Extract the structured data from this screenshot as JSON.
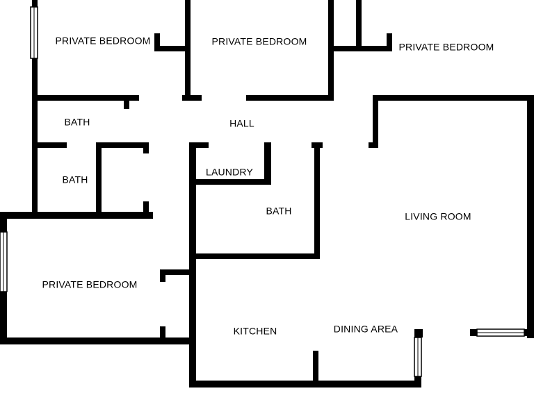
{
  "floorplan": {
    "rooms": [
      {
        "id": "bedroom-1",
        "label": "PRIVATE BEDROOM"
      },
      {
        "id": "bedroom-2",
        "label": "PRIVATE BEDROOM"
      },
      {
        "id": "bedroom-3",
        "label": "PRIVATE BEDROOM"
      },
      {
        "id": "bath-1",
        "label": "BATH"
      },
      {
        "id": "hall",
        "label": "HALL"
      },
      {
        "id": "bath-2",
        "label": "BATH"
      },
      {
        "id": "laundry",
        "label": "LAUNDRY"
      },
      {
        "id": "bath-3",
        "label": "BATH"
      },
      {
        "id": "living-room",
        "label": "LIVING ROOM"
      },
      {
        "id": "bedroom-4",
        "label": "PRIVATE BEDROOM"
      },
      {
        "id": "kitchen",
        "label": "KITCHEN"
      },
      {
        "id": "dining-area",
        "label": "DINING AREA"
      }
    ],
    "colors": {
      "wall": "#000000",
      "background": "#ffffff"
    }
  }
}
